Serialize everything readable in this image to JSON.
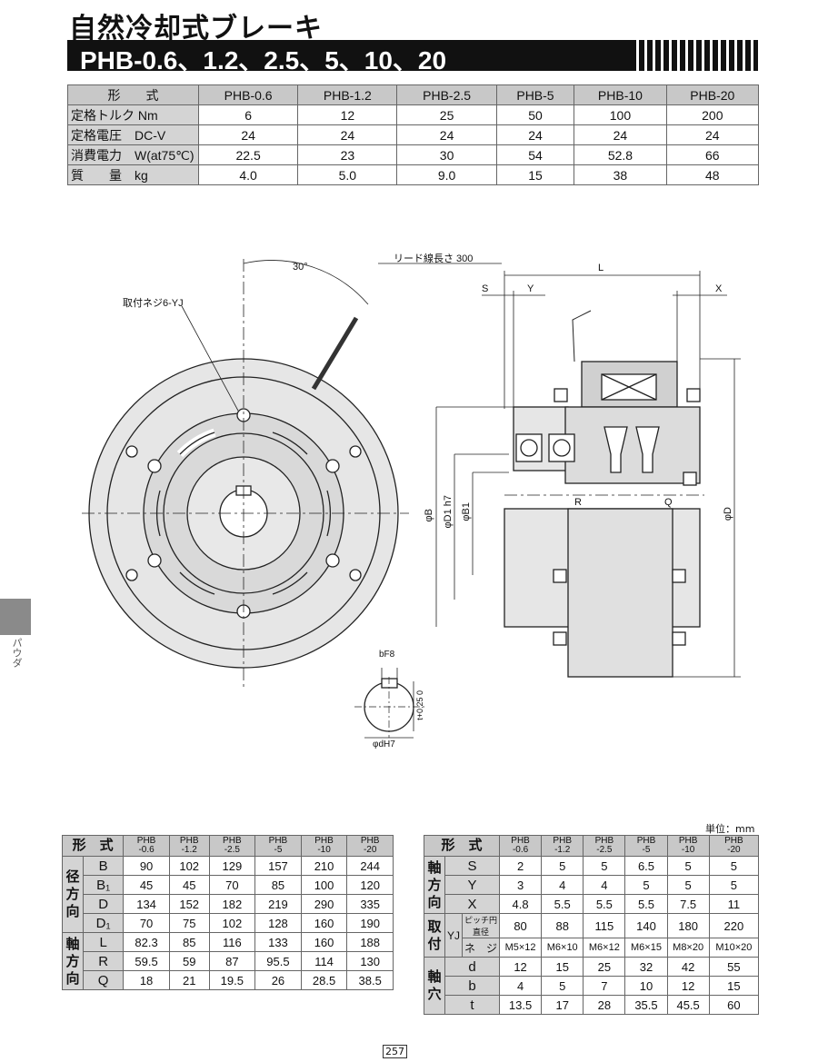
{
  "header": {
    "title_jp": "自然冷却式ブレーキ",
    "title_models": "PHB-0.6、1.2、2.5、5、10、20"
  },
  "spec": {
    "head": "形　　式",
    "models": [
      "PHB-0.6",
      "PHB-1.2",
      "PHB-2.5",
      "PHB-5",
      "PHB-10",
      "PHB-20"
    ],
    "rows": [
      {
        "label": "定格トルク Nm",
        "values": [
          "6",
          "12",
          "25",
          "50",
          "100",
          "200"
        ]
      },
      {
        "label": "定格電圧　DC-V",
        "values": [
          "24",
          "24",
          "24",
          "24",
          "24",
          "24"
        ]
      },
      {
        "label": "消費電力　W(at75℃)",
        "values": [
          "22.5",
          "23",
          "30",
          "54",
          "52.8",
          "66"
        ]
      },
      {
        "label": "質　　量　kg",
        "values": [
          "4.0",
          "5.0",
          "9.0",
          "15",
          "38",
          "48"
        ]
      }
    ]
  },
  "drawing": {
    "angle": "30°",
    "lead": "リード線長さ 300",
    "mount_screw": "取付ネジ6-YJ",
    "dims": {
      "L": "L",
      "S": "S",
      "Y": "Y",
      "X": "X",
      "R": "R",
      "Q": "Q",
      "B": "φB",
      "D1": "φD1 h7",
      "B1": "φB1",
      "D": "φD",
      "bF8": "bF8",
      "t": "t+0.25 0",
      "dH7": "φdH7"
    }
  },
  "unit": "単位：mm",
  "table1": {
    "head": "形　式",
    "models": [
      [
        "PHB",
        "-0.6"
      ],
      [
        "PHB",
        "-1.2"
      ],
      [
        "PHB",
        "-2.5"
      ],
      [
        "PHB",
        "-5"
      ],
      [
        "PHB",
        "-10"
      ],
      [
        "PHB",
        "-20"
      ]
    ],
    "groups": [
      {
        "label": "径方向",
        "rows": [
          {
            "sub": "B",
            "values": [
              "90",
              "102",
              "129",
              "157",
              "210",
              "244"
            ]
          },
          {
            "sub": "B₁",
            "values": [
              "45",
              "45",
              "70",
              "85",
              "100",
              "120"
            ]
          },
          {
            "sub": "D",
            "values": [
              "134",
              "152",
              "182",
              "219",
              "290",
              "335"
            ]
          },
          {
            "sub": "D₁",
            "values": [
              "70",
              "75",
              "102",
              "128",
              "160",
              "190"
            ]
          }
        ]
      },
      {
        "label": "軸方向",
        "rows": [
          {
            "sub": "L",
            "values": [
              "82.3",
              "85",
              "116",
              "133",
              "160",
              "188"
            ]
          },
          {
            "sub": "R",
            "values": [
              "59.5",
              "59",
              "87",
              "95.5",
              "114",
              "130"
            ]
          },
          {
            "sub": "Q",
            "values": [
              "18",
              "21",
              "19.5",
              "26",
              "28.5",
              "38.5"
            ]
          }
        ]
      }
    ]
  },
  "table2": {
    "head": "形　式",
    "models": [
      [
        "PHB",
        "-0.6"
      ],
      [
        "PHB",
        "-1.2"
      ],
      [
        "PHB",
        "-2.5"
      ],
      [
        "PHB",
        "-5"
      ],
      [
        "PHB",
        "-10"
      ],
      [
        "PHB",
        "-20"
      ]
    ],
    "axial": {
      "label": "軸方向",
      "rows": [
        {
          "sub": "S",
          "values": [
            "2",
            "5",
            "5",
            "6.5",
            "5",
            "5"
          ]
        },
        {
          "sub": "Y",
          "values": [
            "3",
            "4",
            "4",
            "5",
            "5",
            "5"
          ]
        },
        {
          "sub": "X",
          "values": [
            "4.8",
            "5.5",
            "5.5",
            "5.5",
            "7.5",
            "11"
          ]
        }
      ]
    },
    "mount": {
      "label": "取付",
      "yj": "YJ",
      "pitch": {
        "sub": "ピッチ円直径",
        "values": [
          "80",
          "88",
          "115",
          "140",
          "180",
          "220"
        ]
      },
      "screw": {
        "sub": "ネ　ジ",
        "values": [
          "M5×12",
          "M6×10",
          "M6×12",
          "M6×15",
          "M8×20",
          "M10×20"
        ]
      }
    },
    "bore": {
      "label": "軸穴",
      "rows": [
        {
          "sub": "d",
          "values": [
            "12",
            "15",
            "25",
            "32",
            "42",
            "55"
          ]
        },
        {
          "sub": "b",
          "values": [
            "4",
            "5",
            "7",
            "10",
            "12",
            "15"
          ]
        },
        {
          "sub": "t",
          "values": [
            "13.5",
            "17",
            "28",
            "35.5",
            "45.5",
            "60"
          ]
        }
      ]
    }
  },
  "side_tab": "パウダ",
  "page": "257"
}
